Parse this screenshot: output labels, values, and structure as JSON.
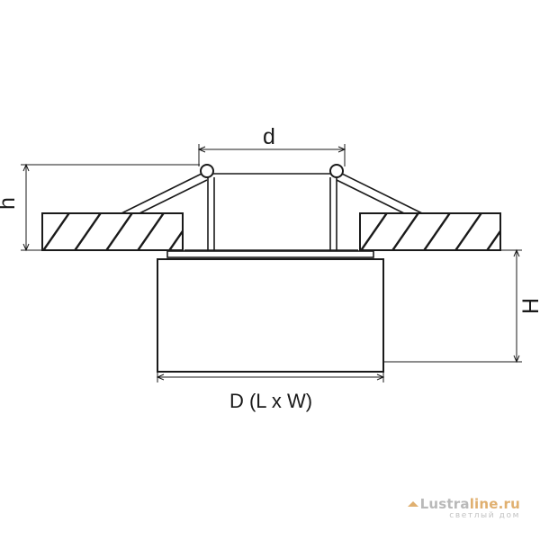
{
  "labels": {
    "d": "d",
    "h": "h",
    "H": "H",
    "D": "D (L x W)"
  },
  "logo": {
    "part1": "Lustra",
    "part2": "line.ru",
    "sub": "светлый дом"
  },
  "colors": {
    "line": "#1a1a1a",
    "background": "#ffffff",
    "logo_gray": "#b9b9b9",
    "logo_accent": "#e0b070"
  }
}
